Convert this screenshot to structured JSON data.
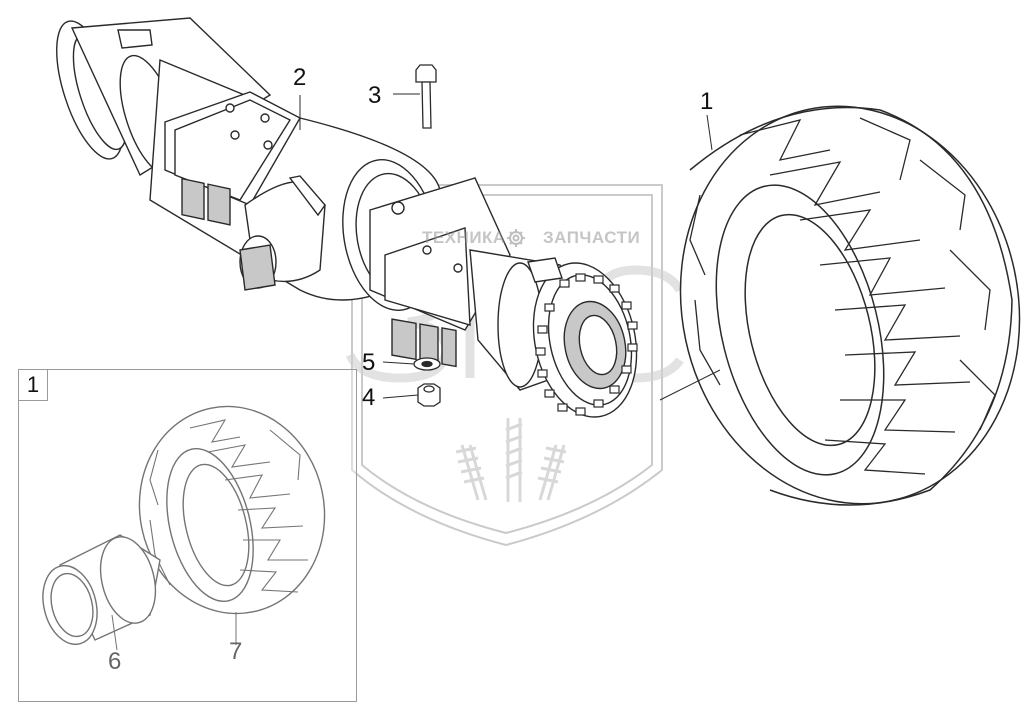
{
  "watermark": {
    "left_text": "ТЕХНИКА",
    "right_text": "ЗАПЧАСТИ",
    "logo": "ЗПС",
    "gear": "gear-icon"
  },
  "callouts": {
    "c1": "1",
    "c2": "2",
    "c3": "3",
    "c4": "4",
    "c5": "5",
    "c6": "6",
    "c7": "7"
  },
  "inset": {
    "tag": "1"
  },
  "colors": {
    "line": "#2a2a2a",
    "shade": "#c8c8c8",
    "watermark": "#b5b5b5"
  }
}
